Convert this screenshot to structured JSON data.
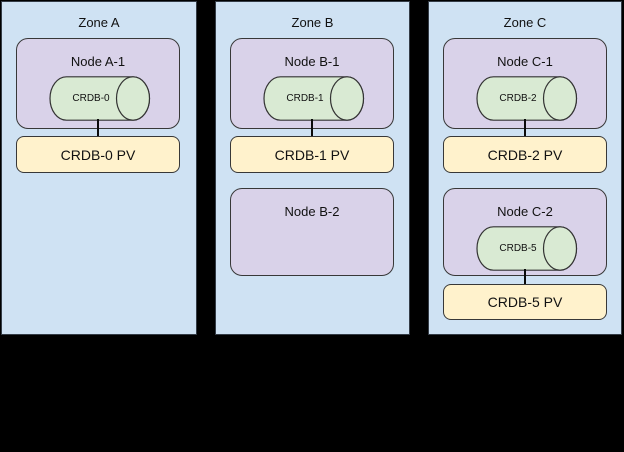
{
  "canvas": {
    "background": "#000000"
  },
  "colors": {
    "zone_bg": "#cfe2f3",
    "node_bg": "#d9d2e9",
    "database_bg": "#d9ead3",
    "pv_bg": "#fff2cc",
    "border": "#333333",
    "text": "#111111"
  },
  "icons": {
    "database_cylinder": "horizontal-cylinder-shape"
  },
  "zones": [
    {
      "label": "Zone A",
      "nodes": [
        {
          "label": "Node A-1",
          "db": "CRDB-0",
          "pv": "CRDB-0 PV"
        }
      ]
    },
    {
      "label": "Zone B",
      "nodes": [
        {
          "label": "Node B-1",
          "db": "CRDB-1",
          "pv": "CRDB-1 PV"
        },
        {
          "label": "Node B-2"
        }
      ]
    },
    {
      "label": "Zone C",
      "nodes": [
        {
          "label": "Node C-1",
          "db": "CRDB-2",
          "pv": "CRDB-2 PV"
        },
        {
          "label": "Node C-2",
          "db": "CRDB-5",
          "pv": "CRDB-5 PV"
        }
      ]
    }
  ]
}
